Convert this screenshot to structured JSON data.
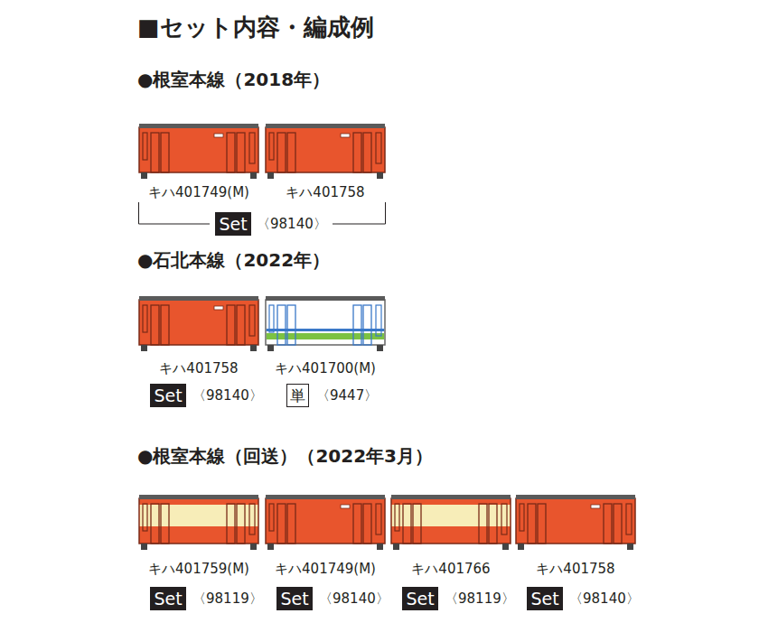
{
  "diagram": {
    "title": "■セット内容・編成例",
    "nodes": [
      {
        "text": [
          "Set"
        ]
      },
      {
        "text": [
          "Set"
        ]
      },
      {
        "text": [
          "単"
        ]
      },
      {
        "text": [
          "Set"
        ]
      },
      {
        "text": [
          "Set"
        ]
      },
      {
        "text": [
          "Set"
        ]
      },
      {
        "text": [
          "Set"
        ]
      }
    ],
    "labels": [
      "●根室本線（2018年）",
      "キハ401749(M)",
      "キハ401758",
      "〈98140〉",
      "●石北本線（2022年）",
      "キハ401758",
      "キハ401700(M)",
      "〈98140〉",
      "〈9447〉",
      "●根室本線（回送）（2022年3月）",
      "キハ401759(M)",
      "キハ401749(M)",
      "キハ401766",
      "キハ401758",
      "〈98119〉",
      "〈98140〉",
      "〈98119〉",
      "〈98140〉"
    ]
  }
}
